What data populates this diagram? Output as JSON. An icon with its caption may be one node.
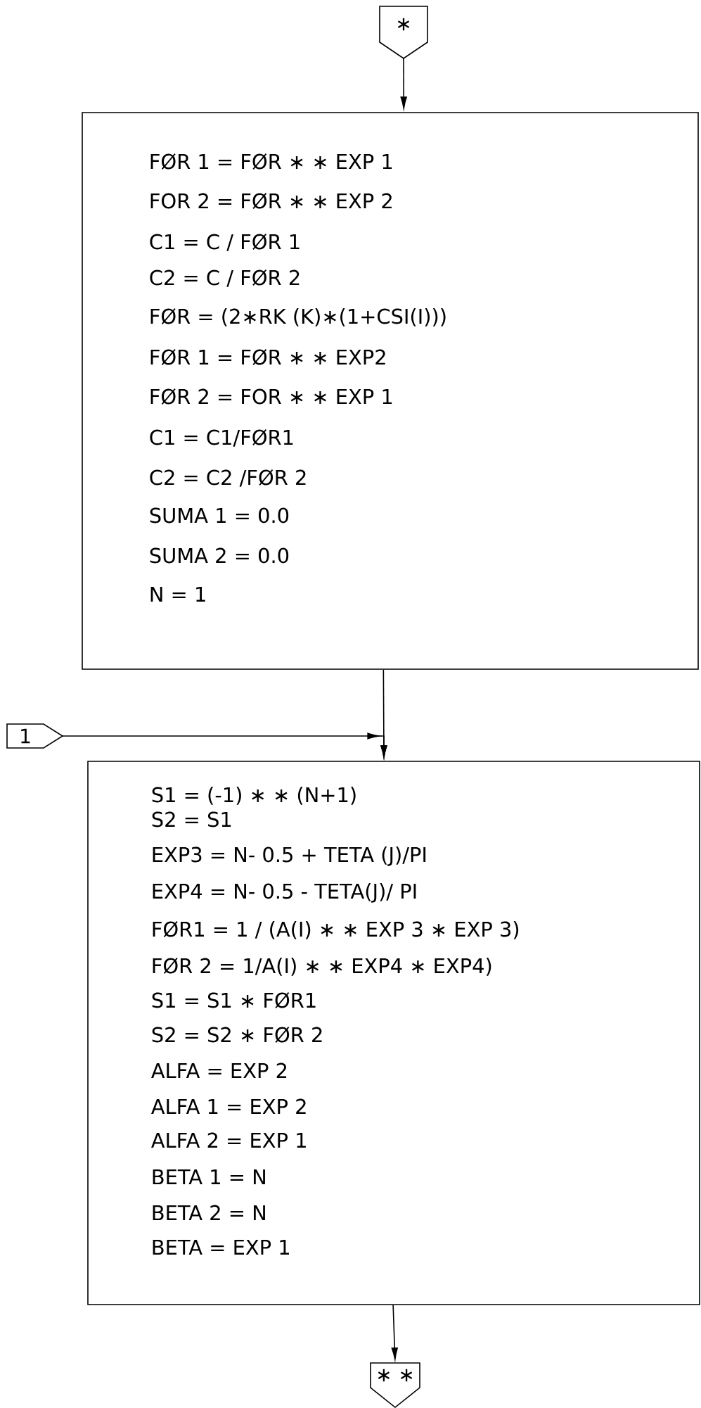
{
  "diagram": {
    "nodes": [
      {
        "text": [
          "∗"
        ]
      },
      {
        "text": [
          "FØR 1 = FØR ∗ ∗ EXP 1",
          "FOR 2 = FØR ∗ ∗ EXP 2",
          "C1 = C / FØR 1",
          "C2 = C / FØR 2",
          "FØR = (2∗RK (K)∗(1+CSI(I)))",
          "FØR 1 = FØR ∗ ∗ EXP2",
          "FØR 2 = FOR ∗ ∗ EXP 1",
          "C1 = C1/FØR1",
          "C2 = C2 /FØR 2",
          "SUMA 1 = 0.0",
          "SUMA 2 = 0.0",
          "N = 1"
        ]
      },
      {
        "text": [
          "1"
        ]
      },
      {
        "text": [
          "S1 = (-1) ∗ ∗ (N+1)",
          "S2 = S1",
          "EXP3 = N- 0.5 + TETA (J)/PI",
          "EXP4 = N- 0.5 - TETA(J)/ PI",
          "FØR1 = 1 / (A(I) ∗ ∗ EXP 3 ∗ EXP 3)",
          "FØR 2 = 1/A(I) ∗ ∗ EXP4 ∗ EXP4)",
          "S1 = S1 ∗ FØR1",
          "S2 = S2 ∗ FØR 2",
          "ALFA = EXP 2",
          "ALFA 1 = EXP 2",
          "ALFA 2 = EXP 1",
          "BETA 1 = N",
          "BETA 2 = N",
          "BETA = EXP 1"
        ]
      },
      {
        "text": [
          "∗ ∗"
        ]
      }
    ],
    "edges": [
      {
        "from": 0,
        "to": 1,
        "arrow": "to"
      },
      {
        "from": 1,
        "to": 3,
        "arrow": "to"
      },
      {
        "from": 2,
        "to": 3,
        "arrow": "to"
      },
      {
        "from": 3,
        "to": 4,
        "arrow": "to"
      }
    ]
  }
}
